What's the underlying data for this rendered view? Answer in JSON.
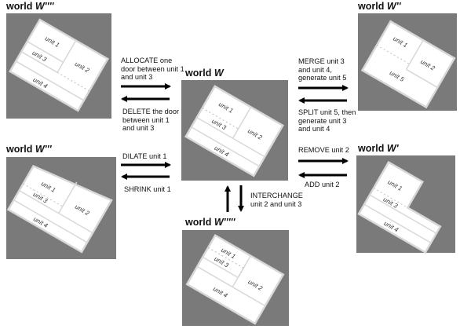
{
  "worlds": {
    "w_top_left": {
      "name": "world",
      "symbol": "W''''"
    },
    "w_center": {
      "name": "world",
      "symbol": "W"
    },
    "w_top_right": {
      "name": "world",
      "symbol": "W''"
    },
    "w_mid_left": {
      "name": "world",
      "symbol": "W'''"
    },
    "w_mid_right": {
      "name": "world",
      "symbol": "W'"
    },
    "w_bottom": {
      "name": "world",
      "symbol": "W'''''"
    }
  },
  "operations": {
    "allocate": "ALLOCATE one\ndoor between unit 1\nand unit 3",
    "delete": "DELETE the door\nbetween unit 1\nand unit 3",
    "merge": "MERGE unit 3\nand unit 4,\ngenerate unit 5",
    "split": "SPLIT unit 5, then\ngenerate unit 3\nand unit 4",
    "dilate": "DILATE unit 1",
    "shrink": "SHRINK unit 1",
    "remove": "REMOVE unit 2",
    "add": "ADD unit 2",
    "interchange": "INTERCHANGE\nunit 2 and unit 3"
  },
  "units": {
    "u1": "unit 1",
    "u2": "unit 2",
    "u3": "unit 3",
    "u4": "unit 4",
    "u5": "unit 5"
  },
  "colors": {
    "panel": "#7a7a7a",
    "floor": "#ffffff",
    "wall": "#d9d9d9",
    "arrow": "#000000"
  }
}
